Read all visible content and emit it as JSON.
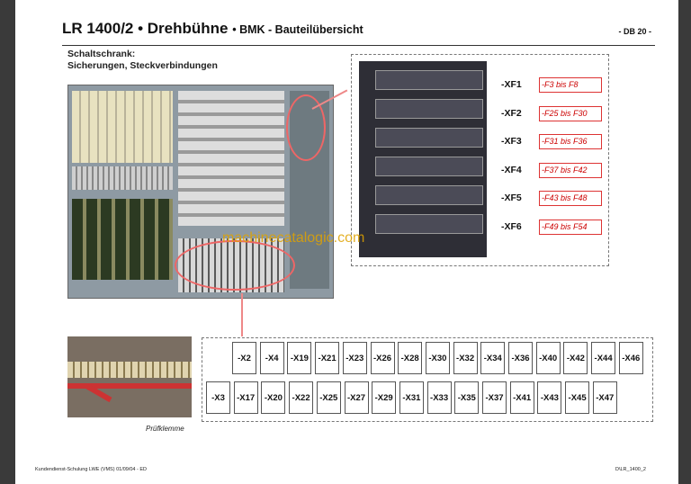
{
  "header": {
    "title": "LR 1400/2 • Drehbühne",
    "subtitle": "• BMK - Bauteilübersicht",
    "db_ref": "- DB 20 -"
  },
  "section": {
    "line1": "Schaltschrank:",
    "line2": "Sicherungen, Steckverbindungen"
  },
  "fuse_blocks": [
    {
      "id": "-XF1",
      "range": "-F3 bis F8"
    },
    {
      "id": "-XF2",
      "range": "-F25 bis F30"
    },
    {
      "id": "-XF3",
      "range": "-F31 bis F36"
    },
    {
      "id": "-XF4",
      "range": "-F37 bis F42"
    },
    {
      "id": "-XF5",
      "range": "-F43 bis F48"
    },
    {
      "id": "-XF6",
      "range": "-F49 bis F54"
    }
  ],
  "connectors_row1": [
    "-X2",
    "-X4",
    "-X19",
    "-X21",
    "-X23",
    "-X26",
    "-X28",
    "-X30",
    "-X32",
    "-X34",
    "-X36",
    "-X40",
    "-X42",
    "-X44",
    "-X46"
  ],
  "connectors_row2": [
    "-X3",
    "-X17",
    "-X20",
    "-X22",
    "-X25",
    "-X27",
    "-X29",
    "-X31",
    "-X33",
    "-X35",
    "-X37",
    "-X41",
    "-X43",
    "-X45",
    "-X47"
  ],
  "caption": "Prüfklemme",
  "watermark": "machinecatalogic.com",
  "footer": {
    "left": "Kundendienst-Schulung LWE (VMS) 01/09/04 - ED",
    "right": "D\\LR_1400_2"
  },
  "colors": {
    "accent_red": "#cc0000",
    "watermark": "#e0a300"
  }
}
